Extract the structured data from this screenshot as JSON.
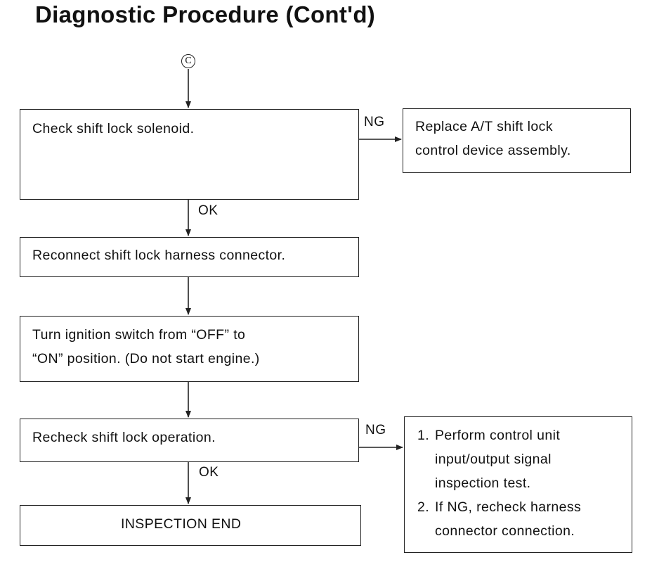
{
  "title": "Diagnostic Procedure (Cont'd)",
  "connector_symbol": "C",
  "steps": {
    "check_solenoid": "Check shift lock solenoid.",
    "replace_device": [
      "Replace A/T shift lock",
      "control device assembly."
    ],
    "reconnect": "Reconnect shift lock harness connector.",
    "turn_ignition": [
      "Turn ignition switch from “OFF” to",
      "“ON” position. (Do not start engine.)"
    ],
    "recheck_operation": "Recheck shift lock operation.",
    "inspection_end": "INSPECTION END",
    "ng_actions": [
      {
        "num": "1.",
        "lines": [
          "Perform control unit",
          "input/output signal",
          "inspection test."
        ]
      },
      {
        "num": "2.",
        "lines": [
          "If NG, recheck harness",
          "connector connection."
        ]
      }
    ]
  },
  "branch_labels": {
    "ng_1": "NG",
    "ok_1": "OK",
    "ng_2": "NG",
    "ok_2": "OK"
  }
}
